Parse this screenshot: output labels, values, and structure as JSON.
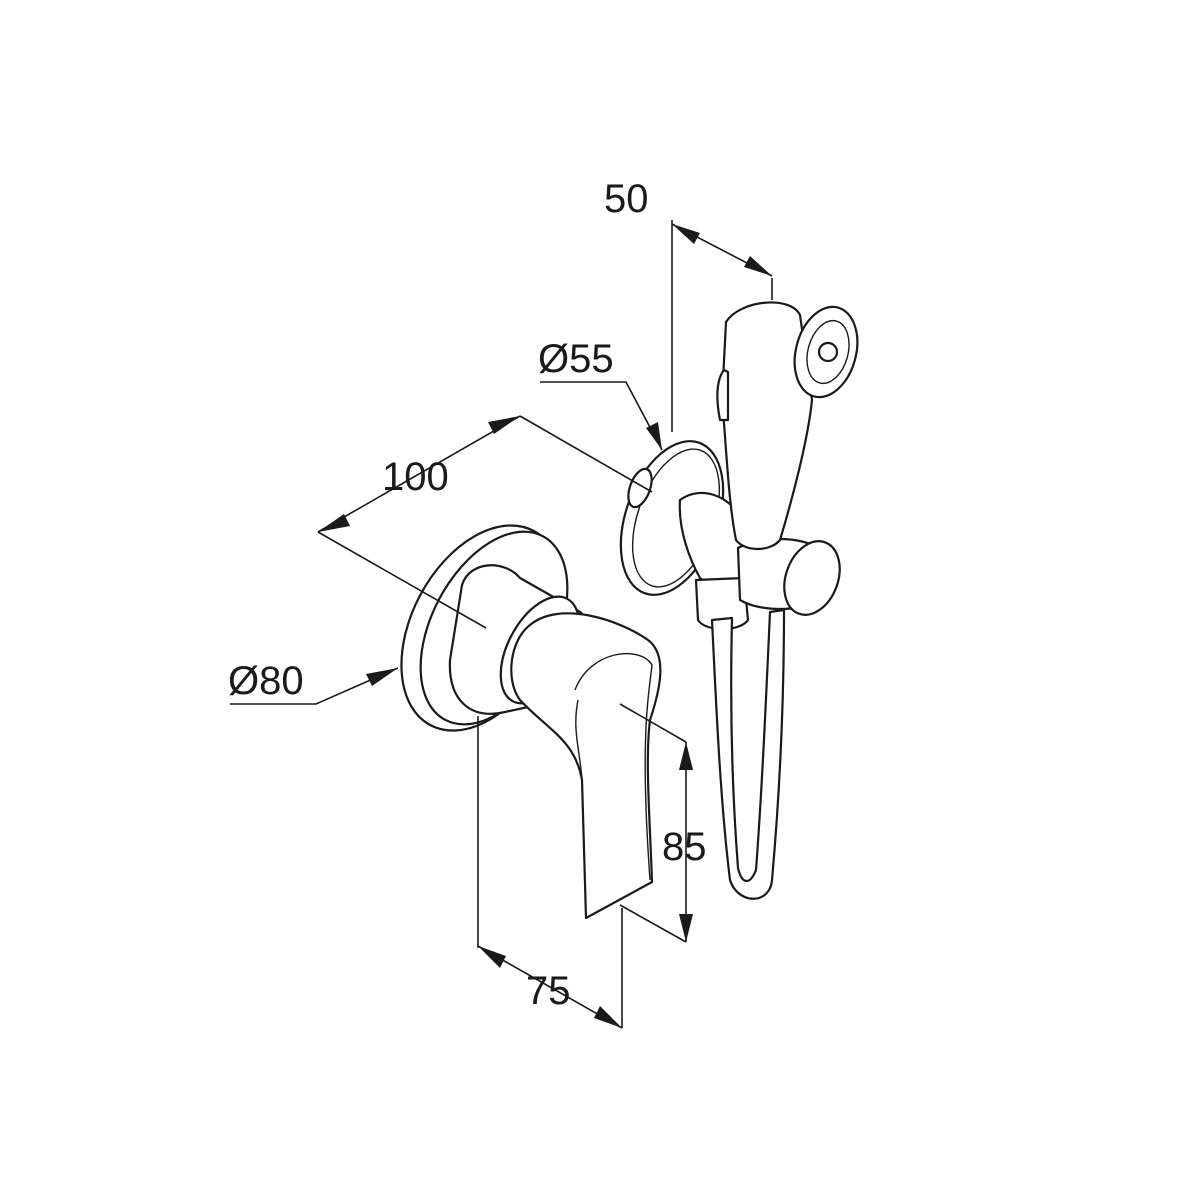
{
  "dimensions": {
    "handshower_depth": "50",
    "wall_outlet_diameter": "Ø55",
    "mixer_depth": "100",
    "rosette_diameter": "Ø80",
    "lever_height": "85",
    "lever_length": "75"
  },
  "colors": {
    "line": "#1a1a1a",
    "background": "#ffffff"
  }
}
